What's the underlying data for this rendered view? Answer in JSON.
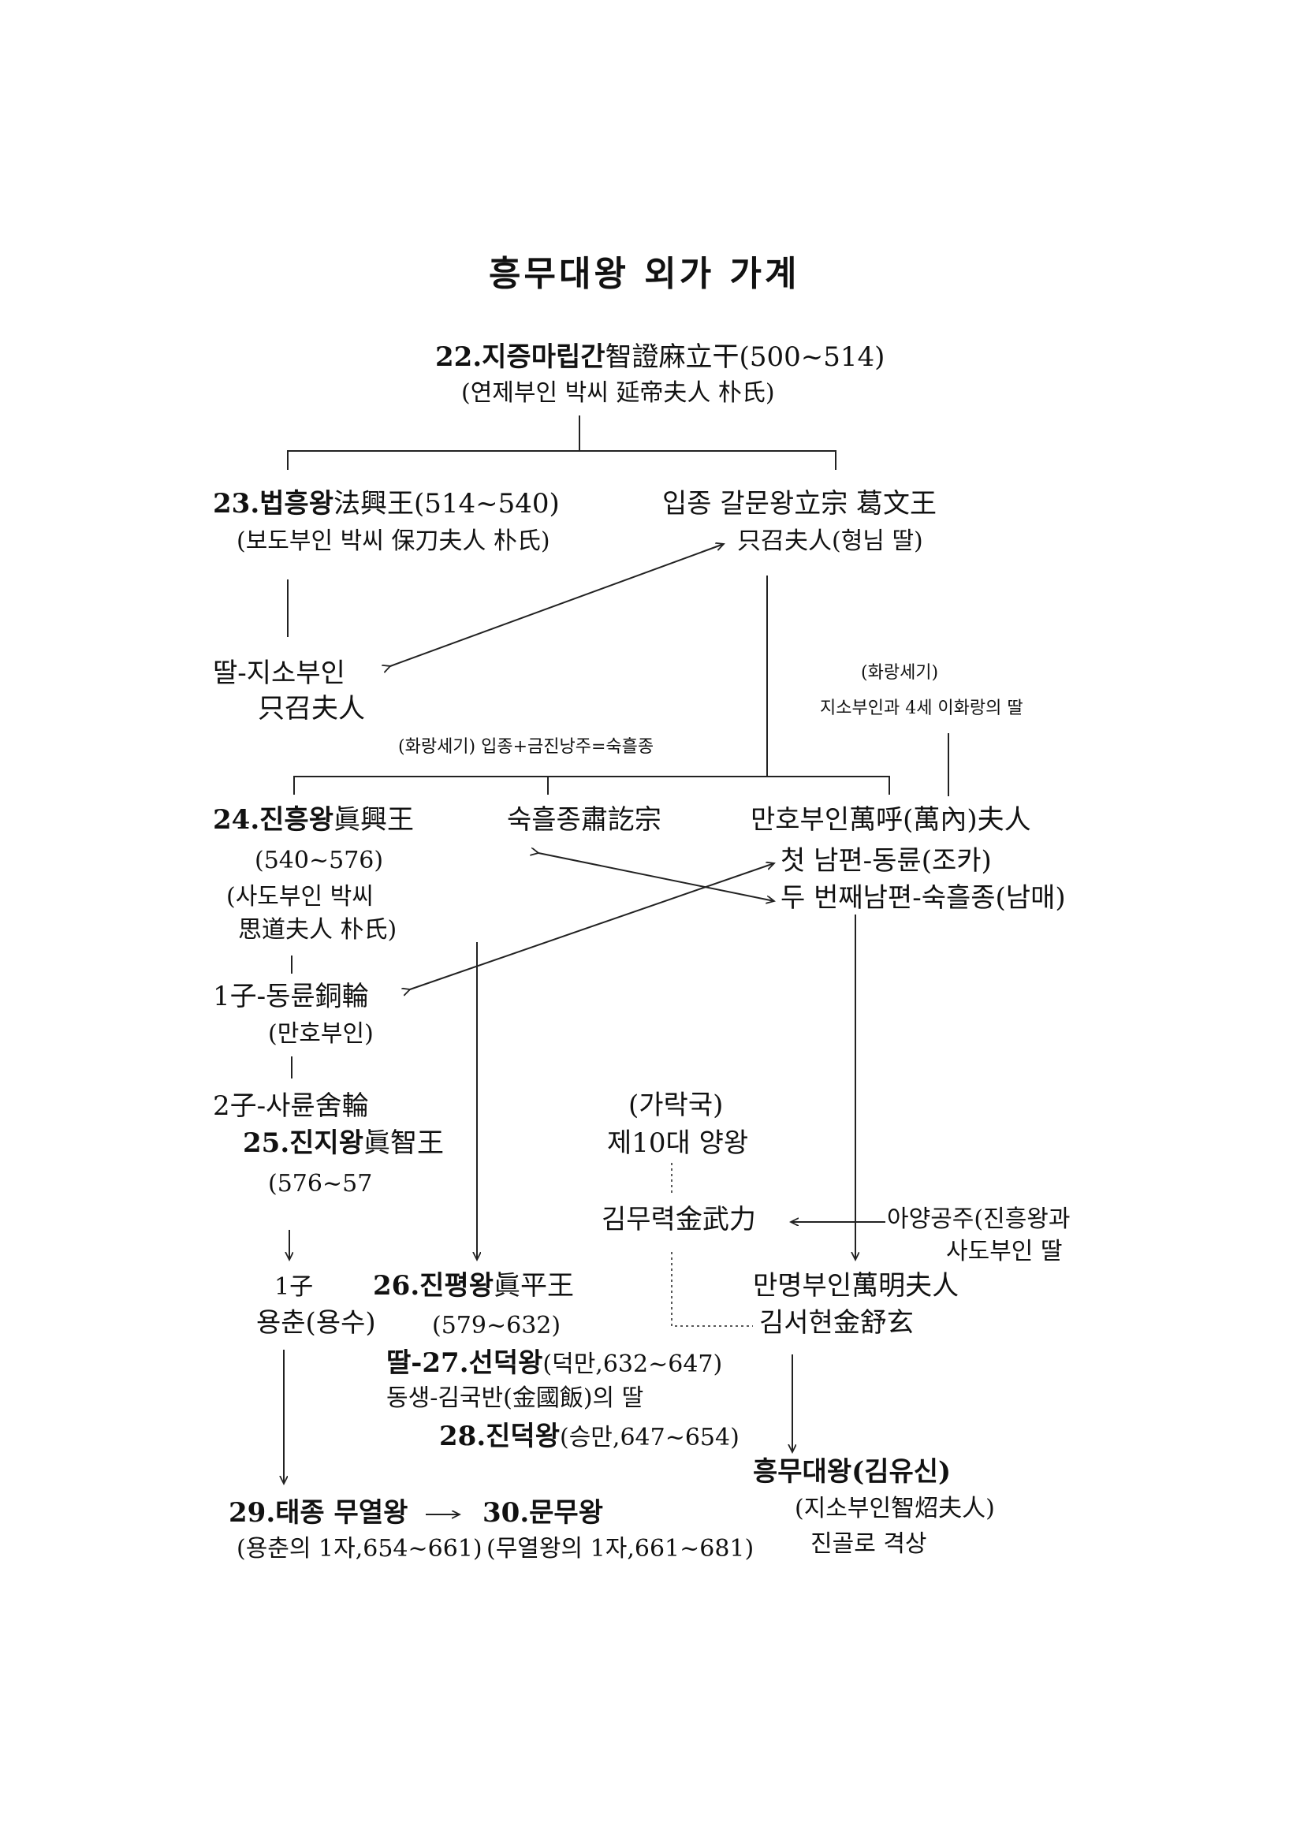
{
  "title": "흥무대왕 외가 가계",
  "nodes": {
    "jijeung": {
      "line1_bold": "22.지증마립간",
      "line1_rest": "智證麻立干(500~514)",
      "line2": "(연제부인 박씨 延帝夫人 朴氏)"
    },
    "beopheung": {
      "line1_bold": "23.법흥왕",
      "line1_rest": "法興王(514~540)",
      "line2": "(보도부인 박씨 保刀夫人 朴氏)"
    },
    "ipjong": {
      "line1": "입종 갈문왕立宗 葛文王",
      "line2": "只召夫人(형님 딸)"
    },
    "jiso": {
      "line1": "딸-지소부인",
      "line2": "只召夫人"
    },
    "hwarang_note1": {
      "line1": "(화랑세기)",
      "line2": "지소부인과 4세 이화랑의 딸"
    },
    "hwarang_note2": "(화랑세기) 입종+금진낭주=숙흘종",
    "jinheung": {
      "line1_bold": "24.진흥왕",
      "line1_rest": "眞興王",
      "line2": "(540~576)",
      "line3": "(사도부인 박씨",
      "line4": "思道夫人 朴氏)"
    },
    "sukheuljong": "숙흘종肅訖宗",
    "manho": {
      "line1": "만호부인萬呼(萬內)夫人",
      "line2": "첫 남편-동륜(조카)",
      "line3": "두 번째남편-숙흘종(남매)"
    },
    "dongryun": {
      "line1": "1子-동륜銅輪",
      "line2": "(만호부인)"
    },
    "saryun": "2子-사륜舍輪",
    "jinji": {
      "line1_bold": "25.진지왕",
      "line1_rest": "眞智王",
      "line2": "(576~57"
    },
    "gaya": {
      "line1": "(가락국)",
      "line2": "제10대 양왕"
    },
    "kimmuryeok": "김무력金武力",
    "ayang": {
      "line1": "아양공주(진흥왕과",
      "line2": "사도부인 딸"
    },
    "yongchun": {
      "line1": "1子",
      "line2": "용춘(용수)"
    },
    "jinpyeong": {
      "line1_bold": "26.진평왕",
      "line1_rest": "眞平王",
      "line2": "(579~632)"
    },
    "manmyeong": {
      "line1": "만명부인萬明夫人",
      "line2": "김서현金舒玄"
    },
    "seondeok": {
      "bold": "딸-27.선덕왕",
      "rest": "(덕만,632~647)"
    },
    "gukban": "동생-김국반(金國飯)의 딸",
    "jindeok": {
      "bold": "28.진덕왕",
      "rest": "(승만,647~654)"
    },
    "heungmu": {
      "line1": "흥무대왕(김유신)",
      "line2": "(지소부인智炤夫人)",
      "line3": "진골로 격상"
    },
    "taejong": {
      "line1": "29.태종 무열왕",
      "line2": "(용춘의 1자,654~661)"
    },
    "munmu": {
      "line1": "30.문무왕",
      "line2": "(무열왕의 1자,661~681)"
    }
  }
}
